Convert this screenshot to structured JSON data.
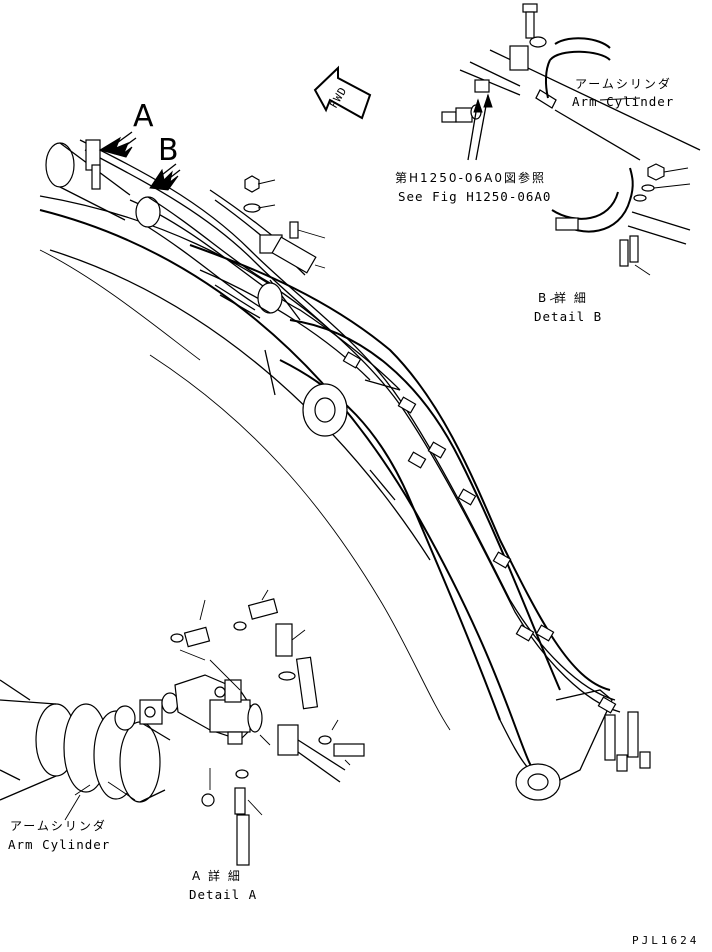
{
  "markers": {
    "a": "A",
    "b": "B"
  },
  "fwd_arrow": {
    "text": "FWD"
  },
  "detail_b": {
    "cylinder_jp": "アームシリンダ",
    "cylinder_en": "Arm Cylinder",
    "see_fig_jp": "第H1250-06A0図参照",
    "see_fig_en": "See Fig H1250-06A0",
    "detail_jp": "B 詳 細",
    "detail_en": "Detail B"
  },
  "detail_a": {
    "cylinder_jp": "アームシリンダ",
    "cylinder_en": "Arm Cylinder",
    "detail_jp": "A 詳 細",
    "detail_en": "Detail A"
  },
  "drawing_id": "PJL1624"
}
